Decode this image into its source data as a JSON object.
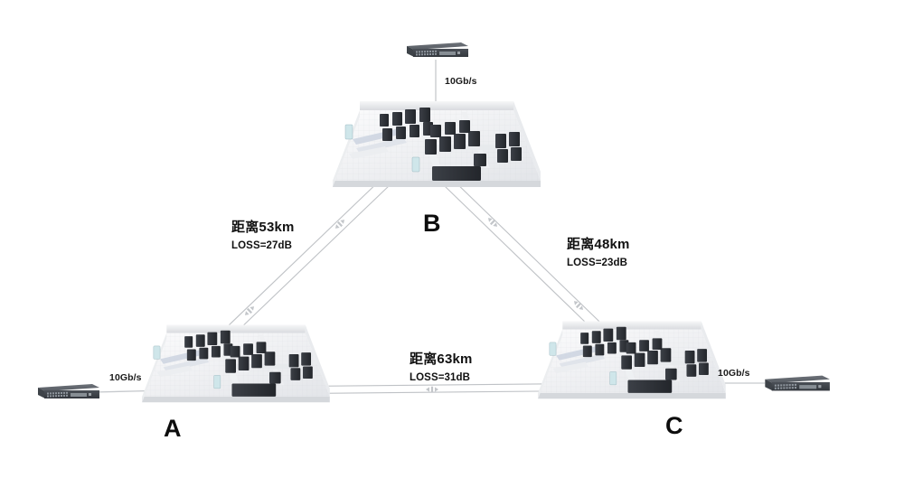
{
  "diagram": {
    "type": "network-topology",
    "background_color": "#ffffff",
    "sites": [
      {
        "id": "A",
        "label": "A",
        "kind": "datacenter"
      },
      {
        "id": "B",
        "label": "B",
        "kind": "datacenter"
      },
      {
        "id": "C",
        "label": "C",
        "kind": "datacenter"
      }
    ],
    "links": [
      {
        "id": "a-b",
        "from": "A",
        "to": "B",
        "distance": "距离53km",
        "loss": "LOSS=27dB",
        "style": "bidirectional-fiber"
      },
      {
        "id": "b-c",
        "from": "B",
        "to": "C",
        "distance": "距离48km",
        "loss": "LOSS=23dB",
        "style": "bidirectional-fiber"
      },
      {
        "id": "a-c",
        "from": "A",
        "to": "C",
        "distance": "距离63km",
        "loss": "LOSS=31dB",
        "style": "bidirectional-fiber"
      }
    ],
    "access": [
      {
        "id": "sw-b",
        "site": "B",
        "rate": "10Gb/s",
        "device": "switch",
        "position": "top"
      },
      {
        "id": "sw-a",
        "site": "A",
        "rate": "10Gb/s",
        "device": "switch",
        "position": "left"
      },
      {
        "id": "sw-c",
        "site": "C",
        "rate": "10Gb/s",
        "device": "switch",
        "position": "right"
      }
    ],
    "colors": {
      "line": "#b9bcc0",
      "text": "#111111",
      "switch_body": "#4a4e54",
      "switch_face": "#3b3f45",
      "dc_floor": "#f2f3f5",
      "dc_wall": "#e6e8eb",
      "rack_dark": "#2f3238"
    }
  }
}
